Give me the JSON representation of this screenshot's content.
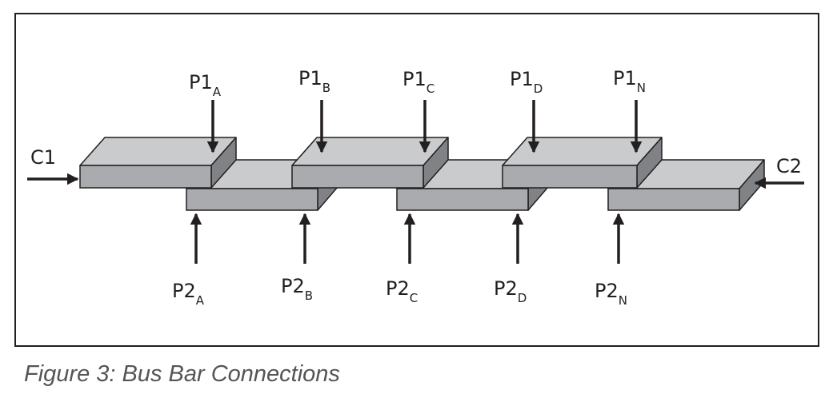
{
  "diagram": {
    "caption": "Figure 3: Bus Bar Connections",
    "connectors": [
      {
        "id": "C1",
        "label": "C1"
      },
      {
        "id": "C2",
        "label": "C2"
      }
    ],
    "top_points": [
      {
        "base": "P1",
        "sub": "A"
      },
      {
        "base": "P1",
        "sub": "B"
      },
      {
        "base": "P1",
        "sub": "C"
      },
      {
        "base": "P1",
        "sub": "D"
      },
      {
        "base": "P1",
        "sub": "N"
      }
    ],
    "bottom_points": [
      {
        "base": "P2",
        "sub": "A"
      },
      {
        "base": "P2",
        "sub": "B"
      },
      {
        "base": "P2",
        "sub": "C"
      },
      {
        "base": "P2",
        "sub": "D"
      },
      {
        "base": "P2",
        "sub": "N"
      }
    ],
    "colors": {
      "bar_front": "#a9abae",
      "bar_top": "#c9cbcd",
      "bar_side": "#808285",
      "stroke": "#231f20"
    }
  }
}
